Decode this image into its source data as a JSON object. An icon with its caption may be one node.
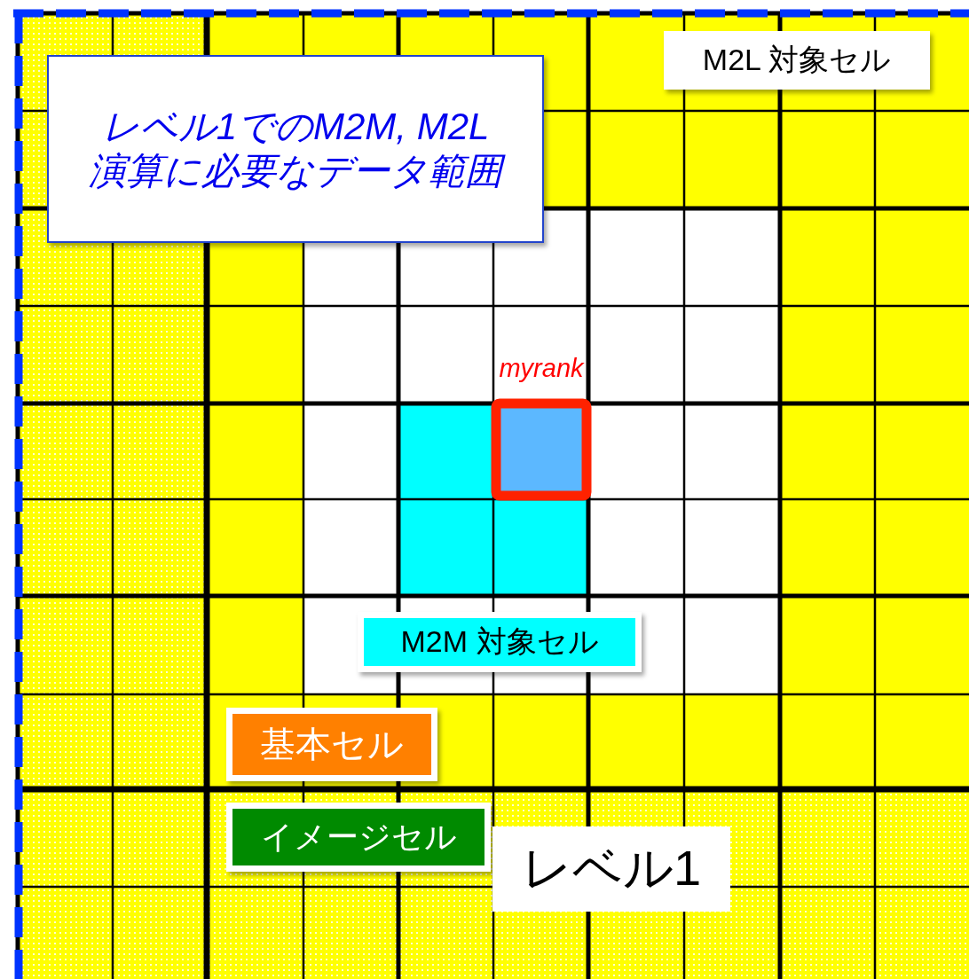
{
  "diagram": {
    "title": "レベル1でのM2M, M2L演算に必要なデータ範囲",
    "labels": [
      "myrank",
      "レベル1"
    ],
    "legend": [
      {
        "text": "M2L 対象セル",
        "color": "#ffffff"
      },
      {
        "text": "M2M 対象セル",
        "color": "#00ffff"
      },
      {
        "text": "基本セル",
        "color": "#ff8000"
      },
      {
        "text": "イメージセル",
        "color": "#008a00"
      }
    ]
  }
}
